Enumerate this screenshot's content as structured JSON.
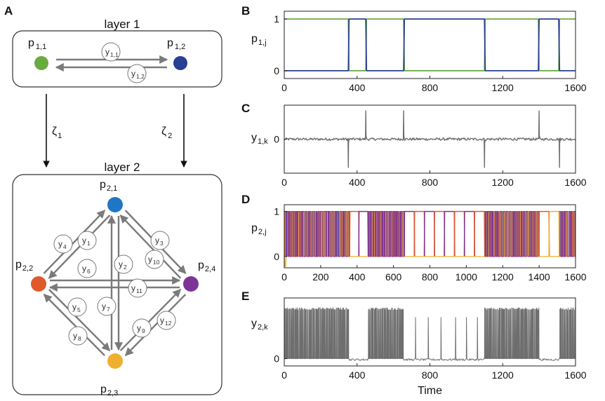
{
  "panels": {
    "A": "A",
    "B": "B",
    "C": "C",
    "D": "D",
    "E": "E"
  },
  "layer1": {
    "title": "layer 1",
    "nodes": [
      {
        "base": "p",
        "sub": "1,1",
        "color": "#6aab3f"
      },
      {
        "base": "p",
        "sub": "1,2",
        "color": "#283f93"
      }
    ],
    "edges": [
      {
        "base": "y",
        "sub": "1,1"
      },
      {
        "base": "y",
        "sub": "1,2"
      }
    ]
  },
  "inter": [
    {
      "base": "ζ",
      "sub": "1"
    },
    {
      "base": "ζ",
      "sub": "2"
    }
  ],
  "layer2": {
    "title": "layer 2",
    "nodes": [
      {
        "base": "p",
        "sub": "2,1",
        "color": "#1f77c4"
      },
      {
        "base": "p",
        "sub": "2,2",
        "color": "#e0592a"
      },
      {
        "base": "p",
        "sub": "2,3",
        "color": "#efb02f"
      },
      {
        "base": "p",
        "sub": "2,4",
        "color": "#7e3496"
      }
    ],
    "edges": [
      {
        "base": "y",
        "sub": "1"
      },
      {
        "base": "y",
        "sub": "2"
      },
      {
        "base": "y",
        "sub": "3"
      },
      {
        "base": "y",
        "sub": "4"
      },
      {
        "base": "y",
        "sub": "5"
      },
      {
        "base": "y",
        "sub": "6"
      },
      {
        "base": "y",
        "sub": "7"
      },
      {
        "base": "y",
        "sub": "8"
      },
      {
        "base": "y",
        "sub": "9"
      },
      {
        "base": "y",
        "sub": "10"
      },
      {
        "base": "y",
        "sub": "11"
      },
      {
        "base": "y",
        "sub": "12"
      }
    ]
  },
  "chart_data": [
    {
      "panel": "B",
      "type": "line",
      "ylabel": {
        "base": "p",
        "sub": "1,j"
      },
      "xlim": [
        0,
        1600
      ],
      "xticks": [
        "0",
        "400",
        "800",
        "1200",
        "1600"
      ],
      "ylim": [
        -0.15,
        1.15
      ],
      "yticks": [
        {
          "v": 0,
          "t": "0"
        },
        {
          "v": 1,
          "t": "1"
        }
      ],
      "series": [
        {
          "color": "#6aab3f",
          "points": [
            [
              0,
              1
            ],
            [
              352,
              1
            ],
            [
              356,
              0
            ],
            [
              448,
              0
            ],
            [
              452,
              1
            ],
            [
              656,
              1
            ],
            [
              660,
              0
            ],
            [
              1100,
              0
            ],
            [
              1104,
              1
            ],
            [
              1396,
              1
            ],
            [
              1400,
              0
            ],
            [
              1508,
              0
            ],
            [
              1512,
              1
            ],
            [
              1600,
              1
            ]
          ]
        },
        {
          "color": "#283f93",
          "points": [
            [
              0,
              0
            ],
            [
              352,
              0
            ],
            [
              356,
              1
            ],
            [
              448,
              1
            ],
            [
              452,
              0
            ],
            [
              656,
              0
            ],
            [
              660,
              1
            ],
            [
              1100,
              1
            ],
            [
              1104,
              0
            ],
            [
              1396,
              0
            ],
            [
              1400,
              1
            ],
            [
              1508,
              1
            ],
            [
              1512,
              0
            ],
            [
              1600,
              0
            ]
          ]
        }
      ]
    },
    {
      "panel": "C",
      "type": "line",
      "ylabel": {
        "base": "y",
        "sub": "1,k"
      },
      "xlim": [
        0,
        1600
      ],
      "xticks": [
        "0",
        "400",
        "800",
        "1200",
        "1600"
      ],
      "ylim": [
        -1.2,
        1.2
      ],
      "yticks": [
        {
          "v": 0,
          "t": "0"
        }
      ],
      "series": [
        {
          "color": "#6e6e6e",
          "points": []
        }
      ],
      "spikes": [
        [
          352,
          -1.0
        ],
        [
          448,
          1.0
        ],
        [
          656,
          1.0
        ],
        [
          1100,
          -1.0
        ],
        [
          1400,
          1.0
        ],
        [
          1512,
          -1.0
        ]
      ]
    },
    {
      "panel": "D",
      "type": "line",
      "ylabel": {
        "base": "p",
        "sub": "2,j"
      },
      "xlim": [
        0,
        1600
      ],
      "xticks": [
        "0",
        "200",
        "400",
        "600",
        "800",
        "1000",
        "1200",
        "1400",
        "1600"
      ],
      "ylim": [
        -0.25,
        1.15
      ],
      "yticks": [
        {
          "v": 0,
          "t": "0"
        },
        {
          "v": 1,
          "t": "1"
        }
      ],
      "colors": [
        "#1f77c4",
        "#e0592a",
        "#efb02f",
        "#7e3496"
      ],
      "segments": [
        {
          "x0": 0,
          "x1": 360,
          "mode": "fast"
        },
        {
          "x0": 360,
          "x1": 460,
          "mode": "slow",
          "order": [
            1,
            3
          ]
        },
        {
          "x0": 460,
          "x1": 660,
          "mode": "fast"
        },
        {
          "x0": 660,
          "x1": 1100,
          "mode": "slow",
          "order": [
            3,
            1,
            3,
            1,
            3,
            1,
            3,
            1
          ]
        },
        {
          "x0": 1100,
          "x1": 1400,
          "mode": "fast"
        },
        {
          "x0": 1400,
          "x1": 1510,
          "mode": "slow",
          "order": [
            1,
            2
          ]
        },
        {
          "x0": 1510,
          "x1": 1600,
          "mode": "fast"
        }
      ]
    },
    {
      "panel": "E",
      "type": "line",
      "ylabel": {
        "base": "y",
        "sub": "2,k"
      },
      "xlabel": "Time",
      "xlim": [
        0,
        1600
      ],
      "xticks": [
        "0",
        "400",
        "800",
        "1200",
        "1600"
      ],
      "ylim": [
        -0.15,
        1.25
      ],
      "yticks": [
        {
          "v": 0,
          "t": "0"
        }
      ],
      "series": [
        {
          "color": "#6e6e6e",
          "points": []
        }
      ],
      "fast_ranges": [
        [
          0,
          355
        ],
        [
          460,
          655
        ],
        [
          1100,
          1400
        ],
        [
          1510,
          1600
        ]
      ],
      "slow_spikes": [
        720,
        790,
        860,
        940,
        1000,
        1060
      ]
    }
  ]
}
